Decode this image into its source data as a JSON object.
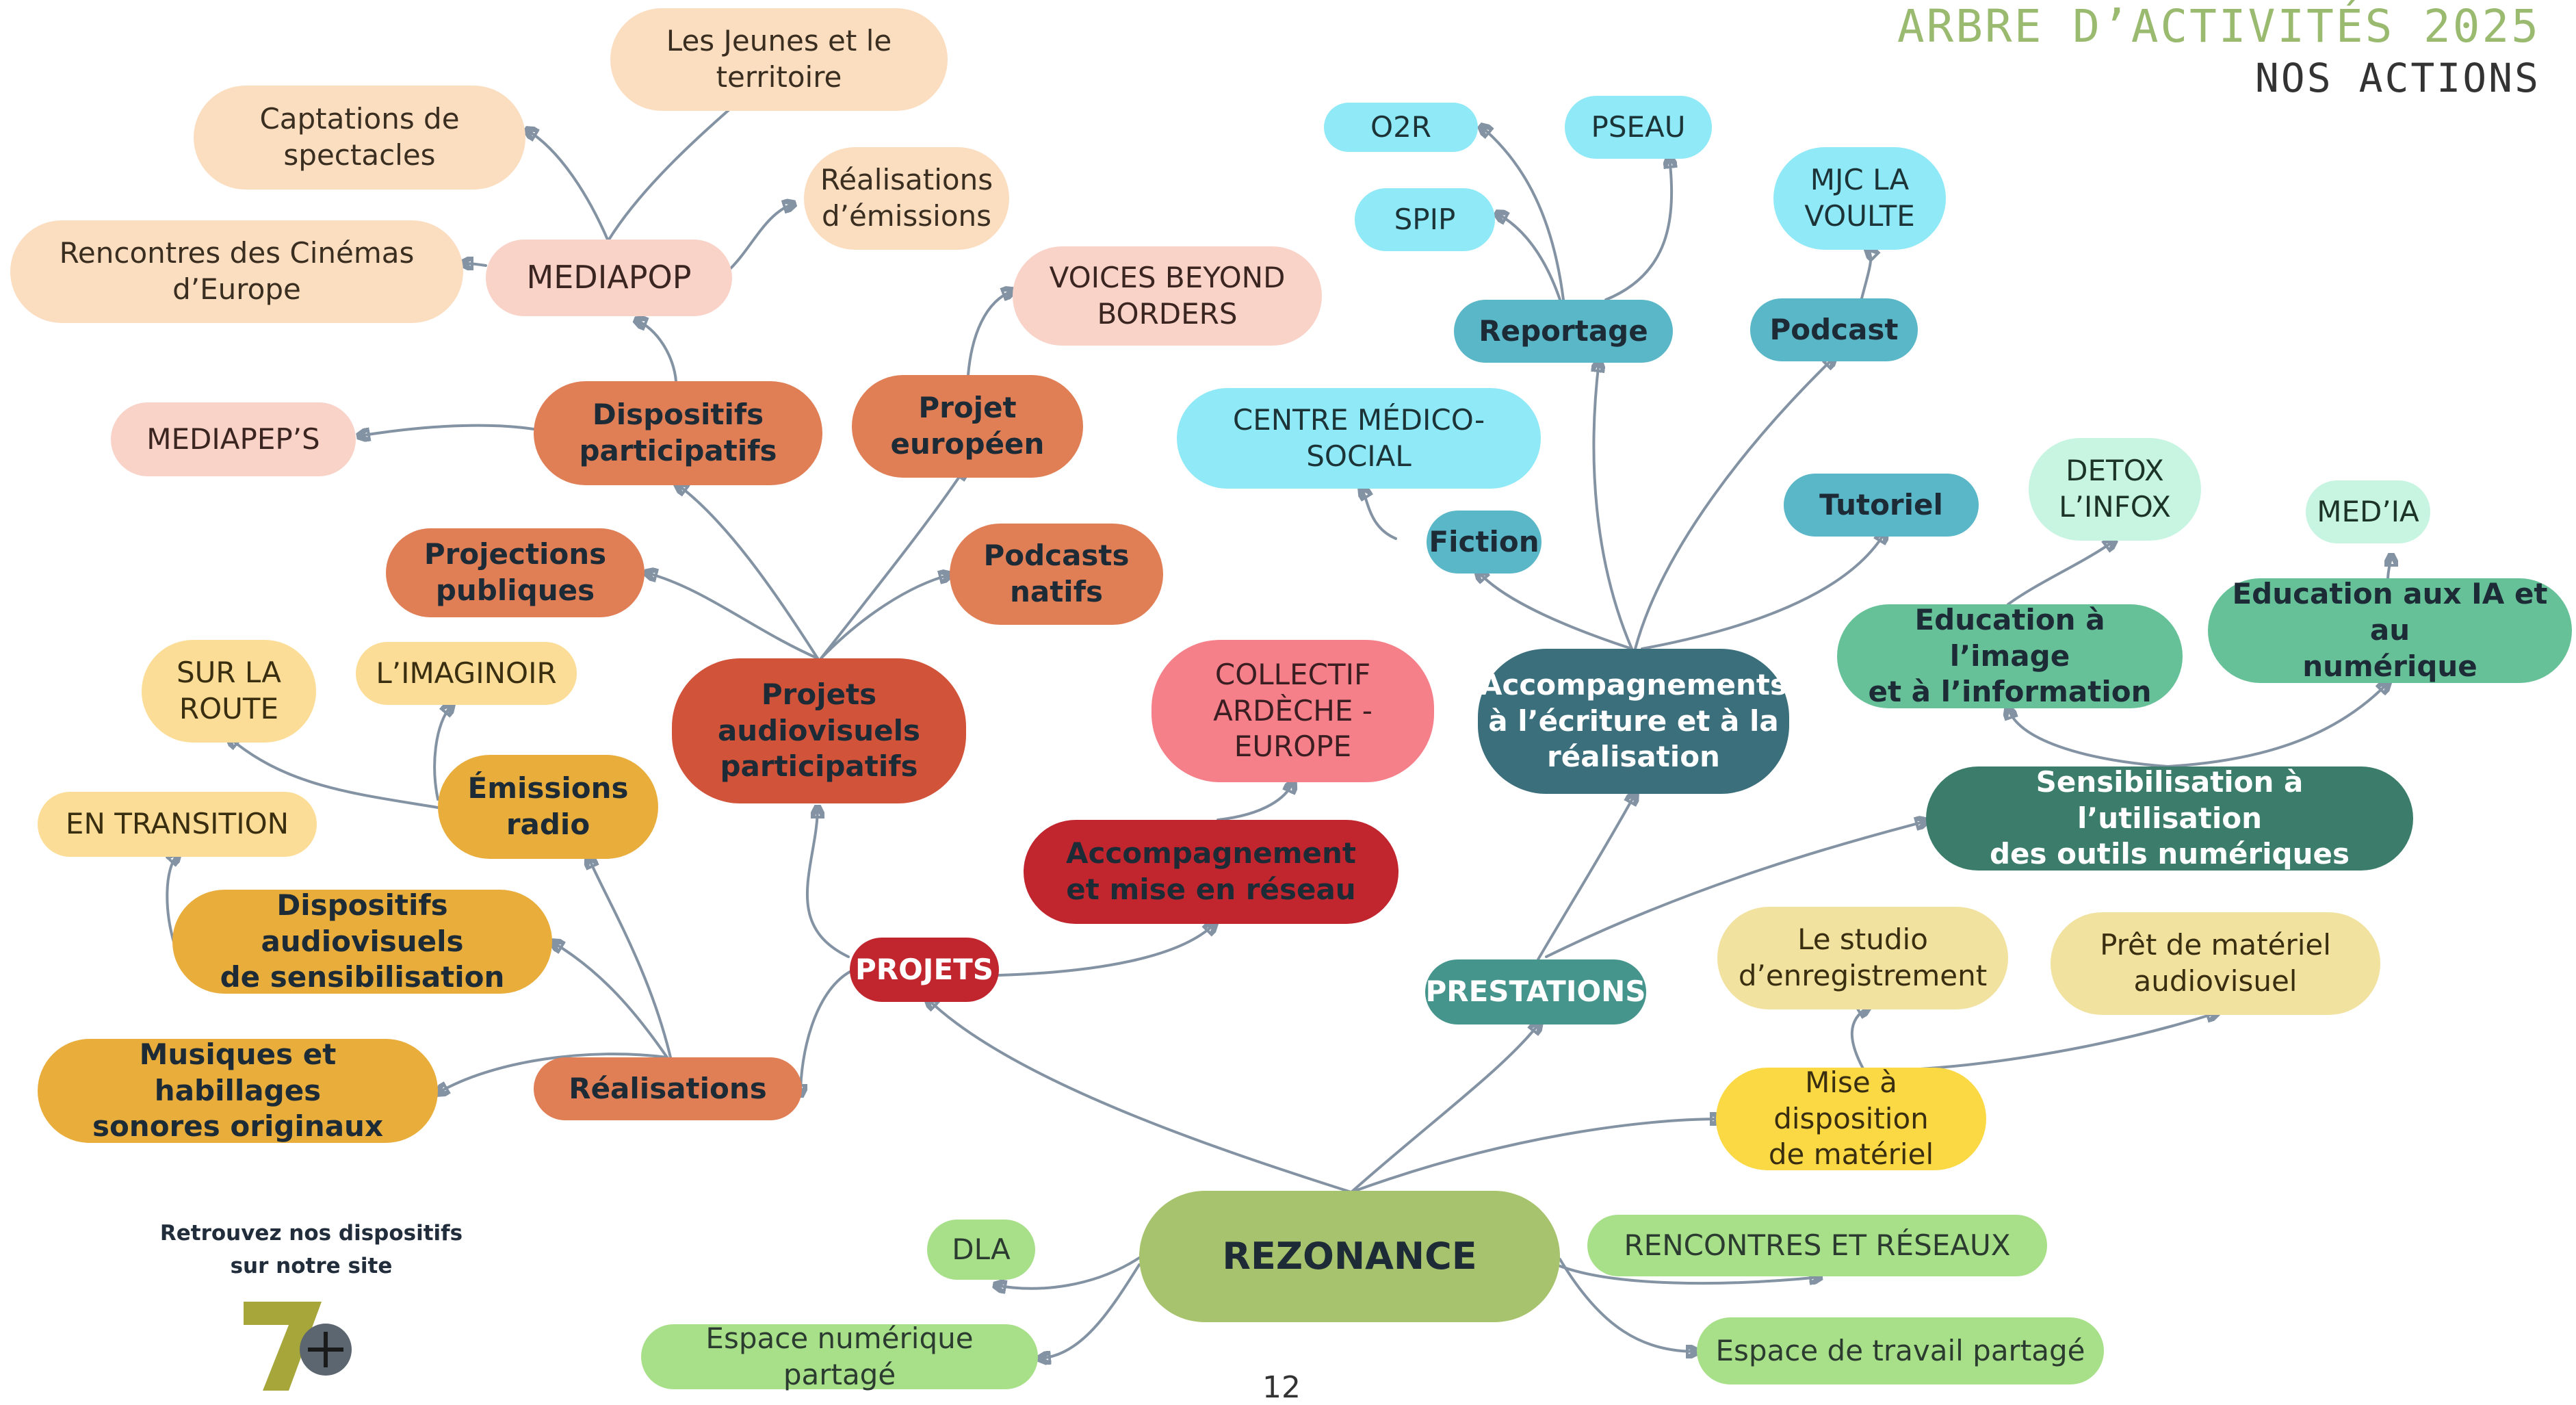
{
  "header": {
    "title": "ARBRE D’ACTIVITÉS 2025",
    "subtitle": "NOS ACTIONS"
  },
  "site_note": {
    "line1": "Retrouvez nos dispositifs",
    "line2": "sur notre site"
  },
  "page_number": "12",
  "colors": {
    "projets_red": "#c1262f",
    "projets_orange": "#d0533a",
    "salmon": "#e07e55",
    "pale_pink": "#f9d2c8",
    "pale_peach": "#fbddc0",
    "amber": "#e9ad3c",
    "pale_yellow": "#fbdd97",
    "rose": "#f5808a",
    "teal_dark": "#3b6f7c",
    "teal": "#5ab7c8",
    "cyan_light": "#8fe9f6",
    "green_dark": "#3b7d6a",
    "green_mid": "#66c198",
    "mint": "#c8f5e1",
    "pale_cream": "#f2e2a0",
    "yellow": "#fbd945",
    "sage": "#a7c36d",
    "lime_light": "#a8e08a",
    "prestations_teal": "#45958d",
    "dark_text": "#1c2b36"
  },
  "nodes": {
    "rezonance": "REZONANCE",
    "dla": "DLA",
    "espace_numerique": "Espace numérique partagé",
    "rencontres_reseaux": "RENCONTRES ET RÉSEAUX",
    "espace_travail": "Espace de travail partagé",
    "projets": "PROJETS",
    "accomp_reseau": [
      "Accompagnement",
      "et mise en réseau"
    ],
    "collectif": [
      "COLLECTIF",
      "ARDÈCHE -",
      "EUROPE"
    ],
    "projets_av": [
      "Projets",
      "audiovisuels",
      "participatifs"
    ],
    "projections": [
      "Projections",
      "publiques"
    ],
    "dispositifs_participatifs": [
      "Dispositifs",
      "participatifs"
    ],
    "projet_europeen": [
      "Projet",
      "européen"
    ],
    "voices": [
      "VOICES BEYOND",
      "BORDERS"
    ],
    "podcasts_natifs": [
      "Podcasts",
      "natifs"
    ],
    "mediapeps": "MEDIAPEP’S",
    "mediapop": "MEDIAPOP",
    "rencontres_cinemas": [
      "Rencontres des Cinémas",
      "d’Europe"
    ],
    "captations": [
      "Captations de",
      "spectacles"
    ],
    "jeunes_territoire": [
      "Les Jeunes et le",
      "territoire"
    ],
    "realisations_emissions": [
      "Réalisations",
      "d’émissions"
    ],
    "realisations": "Réalisations",
    "musiques": [
      "Musiques et habillages",
      "sonores originaux"
    ],
    "dispositifs_av": [
      "Dispositifs audiovisuels",
      "de sensibilisation"
    ],
    "en_transition": "EN TRANSITION",
    "emissions_radio": [
      "Émissions",
      "radio"
    ],
    "sur_la_route": [
      "SUR LA",
      "ROUTE"
    ],
    "imaginoir": "L’IMAGINOIR",
    "prestations": "PRESTATIONS",
    "accomp_ecriture": [
      "Accompagnements",
      "à l’écriture et à la",
      "réalisation"
    ],
    "fiction": "Fiction",
    "centre_medico": [
      "CENTRE MÉDICO-",
      "SOCIAL"
    ],
    "reportage": "Reportage",
    "o2r": "O2R",
    "spip": "SPIP",
    "pseau": "PSEAU",
    "podcast": "Podcast",
    "mjc": [
      "MJC LA",
      "VOULTE"
    ],
    "tutoriel": "Tutoriel",
    "sensibilisation_outils": [
      "Sensibilisation à l’utilisation",
      "des outils numériques"
    ],
    "education_image": [
      "Education à l’image",
      "et à l’information"
    ],
    "detox": [
      "DETOX",
      "L’INFOX"
    ],
    "education_ia": [
      "Education aux IA et au",
      "numérique"
    ],
    "media": "MED’IA",
    "mise_disposition": [
      "Mise à disposition",
      "de matériel"
    ],
    "studio": [
      "Le studio",
      "d’enregistrement"
    ],
    "pret_materiel": [
      "Prêt de matériel",
      "audiovisuel"
    ]
  }
}
